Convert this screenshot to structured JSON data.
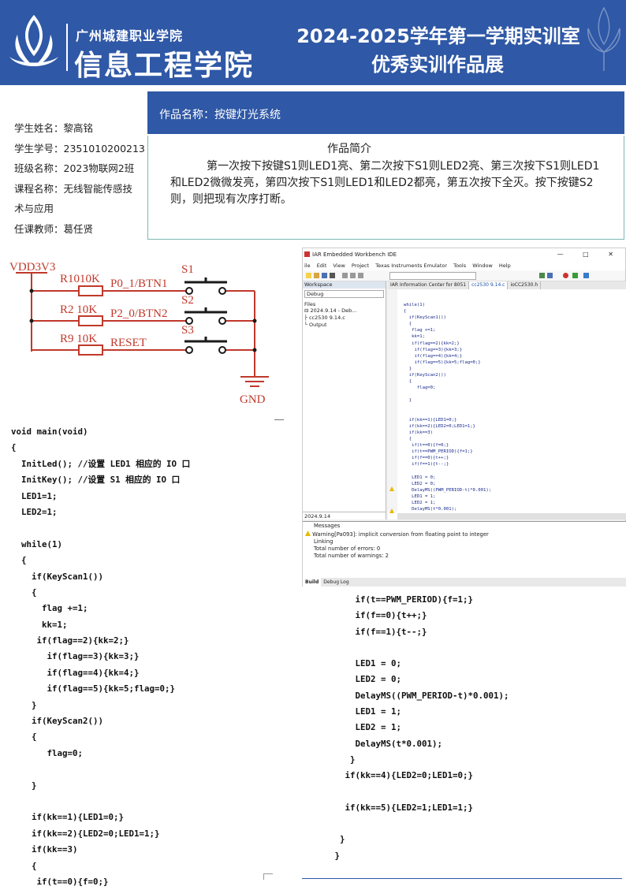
{
  "header": {
    "school": "广州城建职业学院",
    "department": "信息工程学院",
    "title_line1": "2024-2025学年第一学期实训室",
    "title_line2": "优秀实训作品展",
    "bg_color": "#2f58a6"
  },
  "student": {
    "name": "学生姓名：黎高铭",
    "id": "学生学号：2351010200213",
    "class": "班级名称：2023物联网2班",
    "course_a": "课程名称：无线智能传感技",
    "course_b": "术与应用",
    "teacher": "任课教师：葛任贤"
  },
  "work": {
    "name": "作品名称：按键灯光系统",
    "intro_title": "作品简介",
    "intro_text": "第一次按下按键S1则LED1亮、第二次按下S1则LED2亮、第三次按下S1则LED1和LED2微微发亮，第四次按下S1则LED1和LED2都亮，第五次按下全灭。按下按键S2则，则把现有次序打断。"
  },
  "circuit": {
    "vdd": "VDD3V3",
    "r1": "R1010K",
    "r2": "R2  10K",
    "r9": "R9  10K",
    "net1": "P0_1/BTN1",
    "net2": "P2_0/BTN2",
    "net3": "RESET",
    "s1": "S1",
    "s2": "S2",
    "s3": "S3",
    "gnd": "GND"
  },
  "ide": {
    "title": "IAR Embedded Workbench IDE",
    "window_buttons": "— □ ✕",
    "menu": [
      "ile",
      "Edit",
      "View",
      "Project",
      "Texas Instruments Emulator",
      "Tools",
      "Window",
      "Help"
    ],
    "workspace_label": "Workspace",
    "config": "Debug",
    "files_label": "Files",
    "tree": [
      "⊟ 2024.9.14 - Deb...",
      "  ├ cc2530 9.14.c",
      "  └ Output"
    ],
    "footer": "2024.9.14",
    "tabs": [
      "IAR Information Center for 8051",
      "cc2530 9.14.c",
      "ioCC2530.h"
    ],
    "editor_code": "while(1)\n{\n  if(KeyScan1())\n  {\n   flag +=1;\n   kk=1;\n   if(flag==2){kk=2;}\n    if(flag==3){kk=3;}\n    if(flag==4){kk=4;}\n    if(flag==5){kk=5;flag=0;}\n  }\n  if(KeyScan2())\n  {\n     flag=0;\n\n  }\n\n\n  if(kk==1){LED1=0;}\n  if(kk==2){LED2=0;LED1=1;}\n  if(kk==3)\n  {\n   if(t==0){f=0;}\n   if(t==PWM_PERIOD){f=1;}\n   if(f==0){t++;}\n   if(f==1){t--;}\n\n   LED1 = 0;\n   LED2 = 0;\n   DelayMS((PWM_PERIOD-t)*0.001);\n   LED1 = 1;\n   LED2 = 1;\n   DelayMS(t*0.001);",
    "messages_label": "Messages",
    "messages": [
      "Warning[Pa093]: implicit conversion from floating point to integer",
      "Linking",
      "",
      "Total number of errors: 0",
      "Total number of warnings: 2"
    ],
    "bottom_tabs": [
      "Build",
      "Debug Log"
    ]
  },
  "code_left": [
    "void main(void)",
    "{",
    "  InitLed(); //设置 LED1 相应的 IO 口",
    "  InitKey(); //设置 S1 相应的 IO 口",
    "  LED1=1;",
    "  LED2=1;",
    "",
    "  while(1)",
    "  {",
    "    if(KeyScan1())",
    "    {",
    "      flag +=1;",
    "      kk=1;",
    "     if(flag==2){kk=2;}",
    "       if(flag==3){kk=3;}",
    "       if(flag==4){kk=4;}",
    "       if(flag==5){kk=5;flag=0;}",
    "    }",
    "    if(KeyScan2())",
    "    {",
    "       flag=0;",
    "",
    "    }",
    "",
    "    if(kk==1){LED1=0;}",
    "    if(kk==2){LED2=0;LED1=1;}",
    "    if(kk==3)",
    "    {",
    "     if(t==0){f=0;}"
  ],
  "code_right": [
    "     if(t==PWM_PERIOD){f=1;}",
    "     if(f==0){t++;}",
    "     if(f==1){t--;}",
    "",
    "     LED1 = 0;",
    "     LED2 = 0;",
    "     DelayMS((PWM_PERIOD-t)*0.001);",
    "     LED1 = 1;",
    "     LED2 = 1;",
    "     DelayMS(t*0.001);",
    "    }",
    "   if(kk==4){LED2=0;LED1=0;}",
    "",
    "   if(kk==5){LED2=1;LED1=1;}",
    "",
    "  }",
    " }"
  ]
}
